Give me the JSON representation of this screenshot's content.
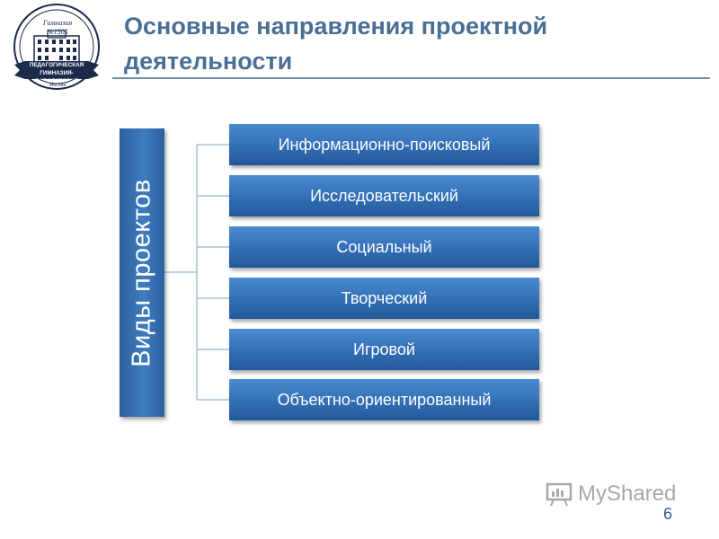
{
  "slide": {
    "title": "Основные направления проектной\nдеятельности",
    "page_number": "6"
  },
  "logo": {
    "top_text": "Гимназия",
    "number_text": "№1505",
    "ribbon_text": "ПЕДАГОГИЧЕСКАЯ ГИМНАЗИЯ-ЛАБОРАТОРИЯ",
    "bottom_text": "Москва"
  },
  "diagram": {
    "root_label": "Виды проектов",
    "items": [
      {
        "label": "Информационно-поисковый"
      },
      {
        "label": "Исследовательский"
      },
      {
        "label": "Социальный"
      },
      {
        "label": "Творческий"
      },
      {
        "label": "Игровой"
      },
      {
        "label": "Объектно-ориентированный"
      }
    ]
  },
  "watermark": {
    "text": "MyShared"
  },
  "colors": {
    "title": "#4a6f94",
    "box_top": "#4b8bd2",
    "box_bottom": "#23599a",
    "connector": "#a9bfd4"
  }
}
